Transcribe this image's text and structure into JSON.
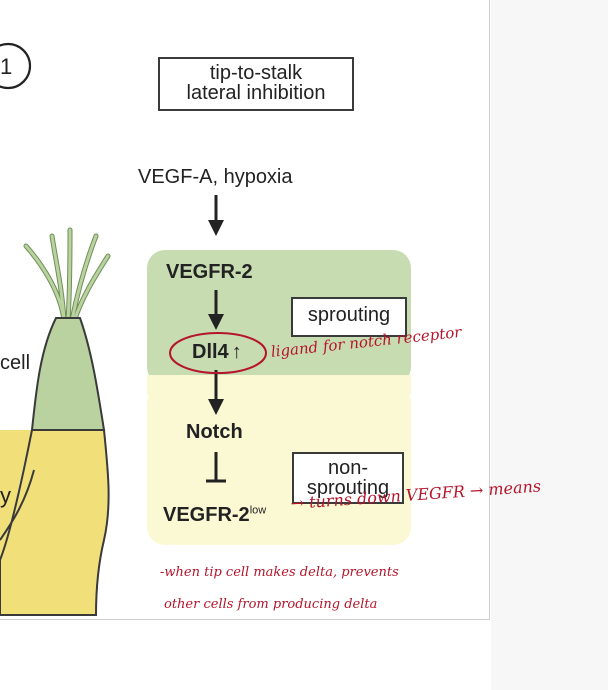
{
  "figure": {
    "panel_number": "1",
    "title_box": {
      "line1": "tip-to-stalk",
      "line2": "lateral inhibition"
    },
    "input_label": "VEGF-A, hypoxia",
    "receptor_label": "VEGFR-2",
    "ligand_label": "Dll4",
    "ligand_arrow": "↑",
    "notch_label": "Notch",
    "receptor_low_base": "VEGFR-2",
    "receptor_low_sup": "low",
    "sprouting_box": "sprouting",
    "non_sprouting_box": {
      "line1": "non-",
      "line2": "sprouting"
    },
    "left_cell_label": "cell",
    "left_partial_label": "y"
  },
  "annotations": {
    "ligand_note": "ligand for notch receptor",
    "turns_down_note": "→ turns down VEGFR → means",
    "note_line1": "-when tip cell makes delta, prevents",
    "note_line2": "other cells from producing delta"
  },
  "colors": {
    "green_region": "#c8dcb2",
    "yellow_region": "#fbf8d4",
    "cell_green": "#b9d29f",
    "cell_yellow": "#f1e07a",
    "ink_red": "#b4152b"
  }
}
